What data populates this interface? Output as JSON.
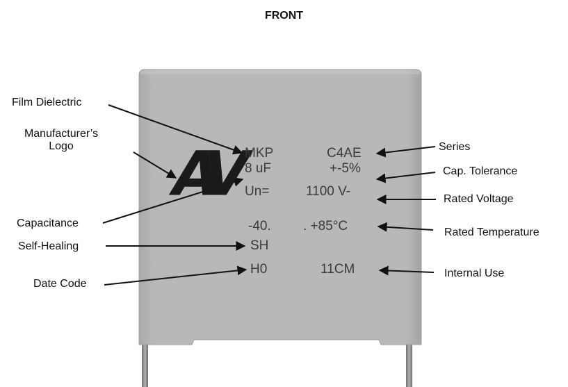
{
  "title": "FRONT",
  "logo_text": "AV",
  "markings": {
    "row1_left": "MKP",
    "row1_right": "C4AE",
    "row2_left": "8 uF",
    "row2_right": "+-5%",
    "row3_left": "Un=",
    "row3_right": "1100 V-",
    "row4_left": "-40.",
    "row4_right": ". +85°C",
    "row5_left": "SH",
    "row6_left": "H0",
    "row6_right": "11CM"
  },
  "labels": {
    "film_dielectric": "Film Dielectric",
    "manufacturer_logo_line1": "Manufacturer’s",
    "manufacturer_logo_line2": "Logo",
    "capacitance": "Capacitance",
    "self_healing": "Self-Healing",
    "date_code": "Date Code",
    "series": "Series",
    "cap_tolerance": "Cap. Tolerance",
    "rated_voltage": "Rated Voltage",
    "rated_temperature": "Rated Temperature",
    "internal_use": "Internal Use"
  },
  "colors": {
    "body": "#b4b4b4",
    "body_edge": "#9e9e9e",
    "leads": "#8a8a8a",
    "arrows": "#111111"
  }
}
